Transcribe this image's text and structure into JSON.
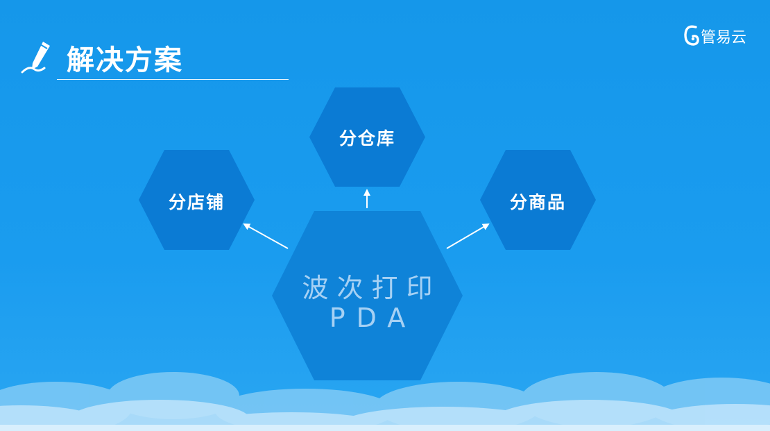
{
  "header": {
    "title": "解决方案",
    "pen_icon": "pen-icon"
  },
  "brand": {
    "name": "管易云",
    "logo_icon": "brand-logo-icon"
  },
  "diagram": {
    "center": {
      "line1": "波次打印",
      "line2": "PDA"
    },
    "nodes": [
      {
        "id": "warehouse",
        "label": "分仓库"
      },
      {
        "id": "store",
        "label": "分店铺"
      },
      {
        "id": "product",
        "label": "分商品"
      }
    ]
  },
  "colors": {
    "background": "#1597ea",
    "hex_fill": "#0b7bd4",
    "center_hex_fill": "#0f83d8",
    "text": "#ffffff"
  }
}
